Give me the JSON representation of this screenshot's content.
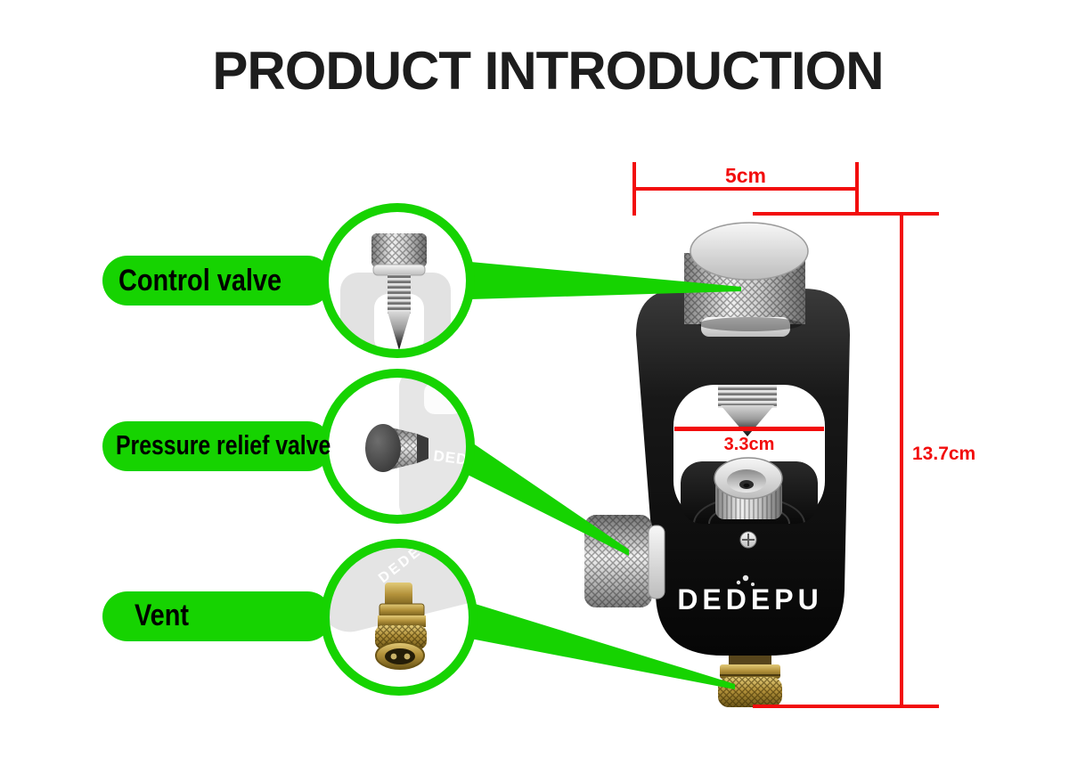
{
  "title": "PRODUCT INTRODUCTION",
  "brand": "DEDEPU",
  "callouts": [
    {
      "id": "control-valve",
      "label": "Control valve"
    },
    {
      "id": "pressure-relief-valve",
      "label": "Pressure relief valve"
    },
    {
      "id": "vent",
      "label": "Vent"
    }
  ],
  "dimensions": {
    "overall_width": "5cm",
    "overall_height": "13.7cm",
    "inner_width": "3.3cm"
  },
  "colors": {
    "callout_green": "#16d301",
    "dimension_red": "#f20d0d",
    "body_black": "#141414",
    "metal_silver": "#d9d9d9",
    "brass_gold": "#ab8c33"
  }
}
